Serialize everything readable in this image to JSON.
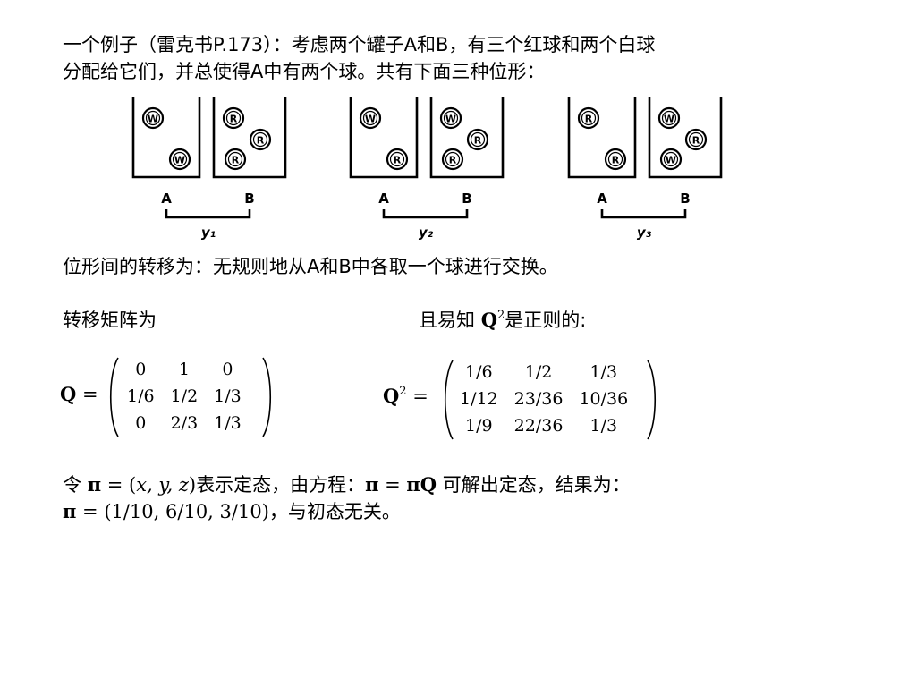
{
  "intro": {
    "line1": "一个例子（雷克书P.173）：考虑两个罐子A和B，有三个红球和两个白球",
    "line2": "分配给它们，并总使得A中有两个球。共有下面三种位形："
  },
  "figure": {
    "ball_white": "W",
    "ball_red": "R",
    "jar_a_label": "A",
    "jar_b_label": "B",
    "configs": [
      {
        "label": "y₁",
        "jar_a": [
          "W",
          "W"
        ],
        "jar_b": [
          "R",
          "R",
          "R"
        ]
      },
      {
        "label": "y₂",
        "jar_a": [
          "W",
          "R"
        ],
        "jar_b": [
          "W",
          "R",
          "R"
        ]
      },
      {
        "label": "y₃",
        "jar_a": [
          "R",
          "R"
        ],
        "jar_b": [
          "W",
          "R",
          "W"
        ]
      }
    ]
  },
  "transition_text": "位形间的转移为：无规则地从A和B中各取一个球进行交换。",
  "matrix_q": {
    "caption": "转移矩阵为",
    "symbol": "Q",
    "equals": " =",
    "rows": [
      [
        "0",
        "1",
        "0"
      ],
      [
        "1/6",
        "1/2",
        "1/3"
      ],
      [
        "0",
        "2/3",
        "1/3"
      ]
    ]
  },
  "matrix_q2": {
    "caption_prefix": "且易知 ",
    "caption_symbol": "Q",
    "caption_power": "2",
    "caption_suffix": "是正则的:",
    "symbol": "Q",
    "power": "2",
    "equals": " =",
    "rows": [
      [
        "1/6",
        "1/2",
        "1/3"
      ],
      [
        "1/12",
        "23/36",
        "10/36"
      ],
      [
        "1/9",
        "22/36",
        "1/3"
      ]
    ]
  },
  "conclusion": {
    "line1_prefix": "令 ",
    "pi": "π",
    "line1_eq1": " = (",
    "line1_vars": "x, y, z",
    "line1_eq1_close": ")",
    "line1_mid": "表示定态，由方程：",
    "line1_eq2_a": " = ",
    "line1_eq2_q": "Q",
    "line1_suffix": "  可解出定态，结果为：",
    "line2_eq": " = (1/10, 6/10, 3/10)",
    "line2_suffix": "，与初态无关。"
  }
}
